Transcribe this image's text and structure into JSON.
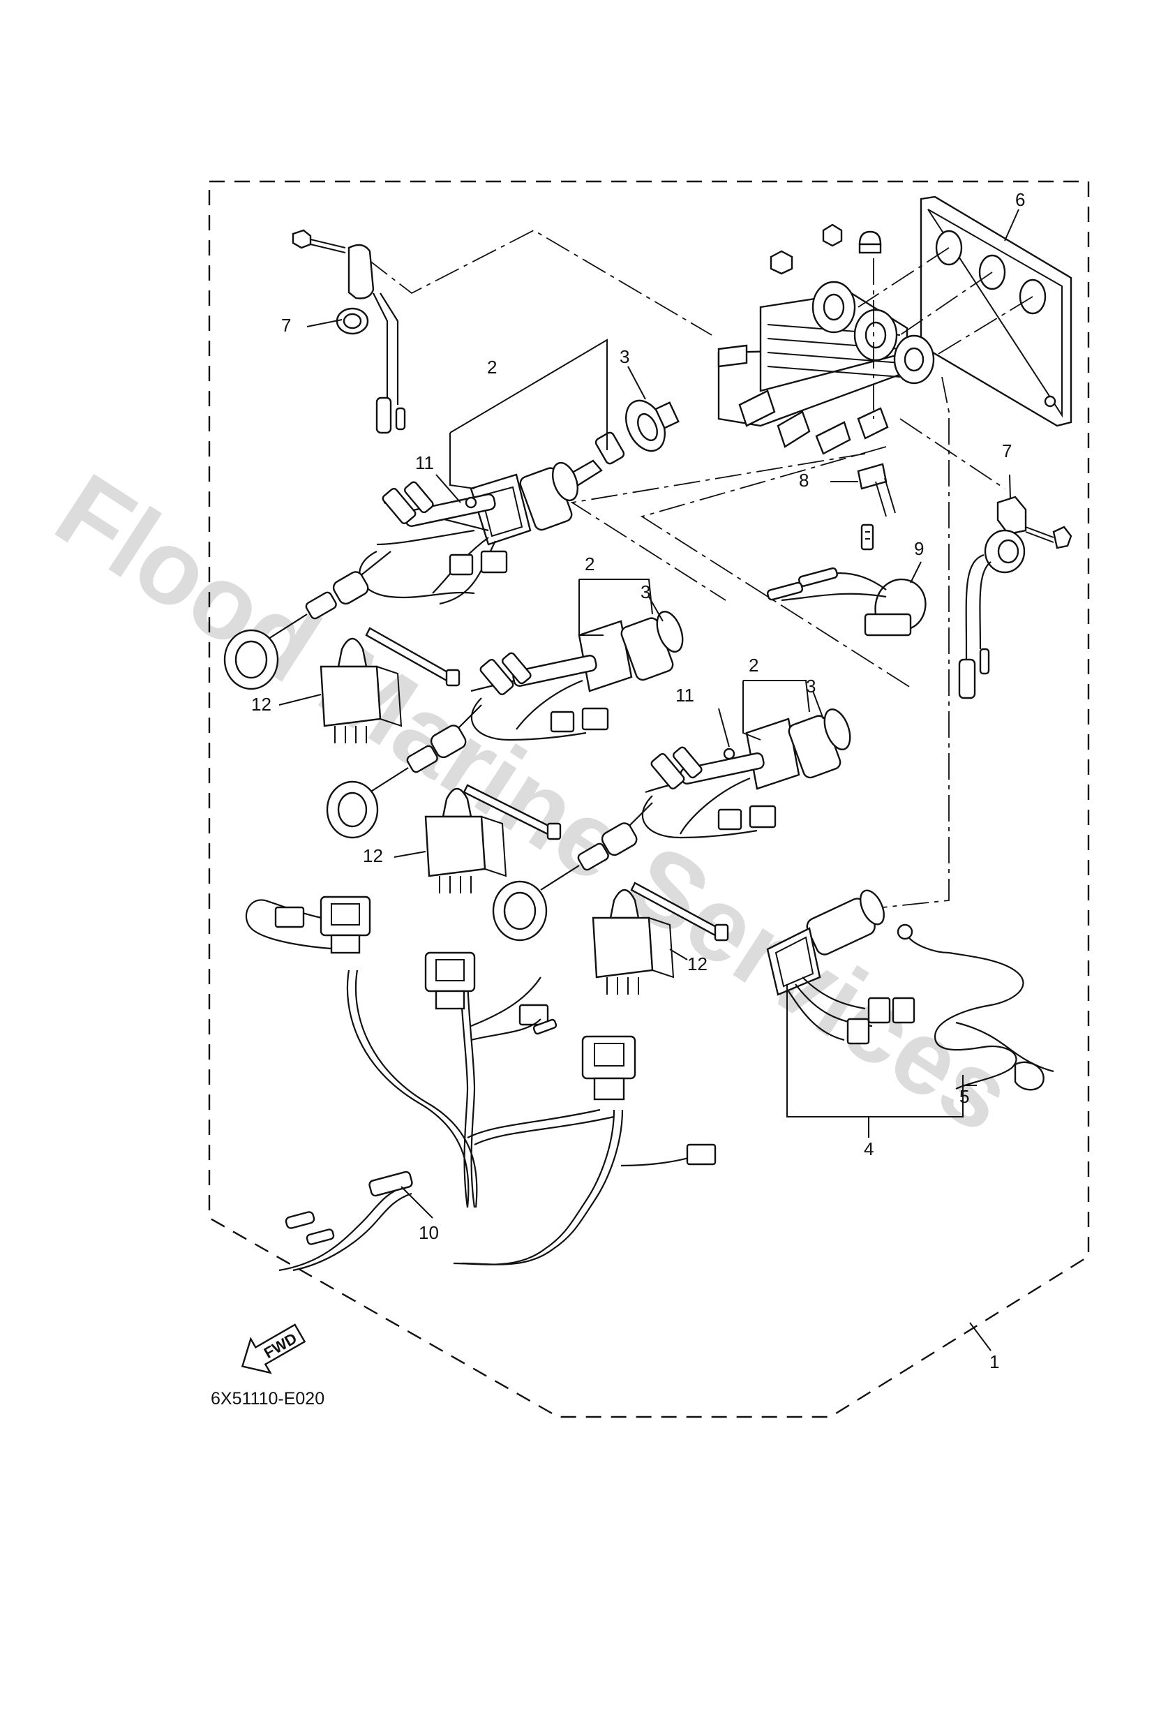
{
  "watermark": "Flood Marine Services",
  "drawing_code": "6X51110-E020",
  "fwd_label": "FWD",
  "callouts": [
    {
      "id": "c6",
      "text": "6"
    },
    {
      "id": "c7a",
      "text": "7"
    },
    {
      "id": "c2a",
      "text": "2"
    },
    {
      "id": "c3a",
      "text": "3"
    },
    {
      "id": "c11a",
      "text": "11"
    },
    {
      "id": "c8",
      "text": "8"
    },
    {
      "id": "c7b",
      "text": "7"
    },
    {
      "id": "c9",
      "text": "9"
    },
    {
      "id": "c2b",
      "text": "2"
    },
    {
      "id": "c3b",
      "text": "3"
    },
    {
      "id": "c12a",
      "text": "12"
    },
    {
      "id": "c2c",
      "text": "2"
    },
    {
      "id": "c3c",
      "text": "3"
    },
    {
      "id": "c11b",
      "text": "11"
    },
    {
      "id": "c12b",
      "text": "12"
    },
    {
      "id": "c12c",
      "text": "12"
    },
    {
      "id": "c5",
      "text": "5"
    },
    {
      "id": "c4",
      "text": "4"
    },
    {
      "id": "c10",
      "text": "10"
    },
    {
      "id": "c1",
      "text": "1"
    }
  ]
}
